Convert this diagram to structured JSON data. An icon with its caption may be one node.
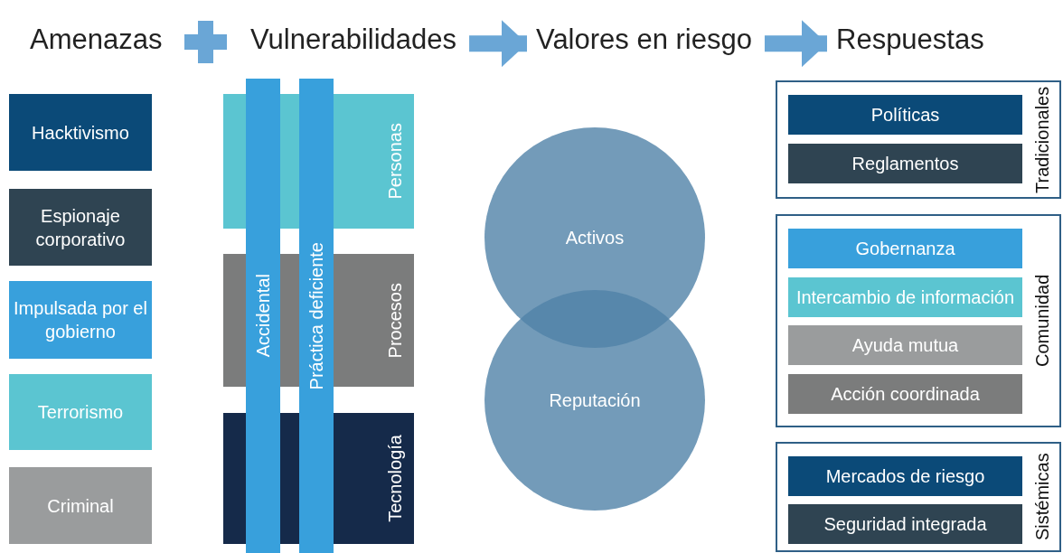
{
  "diagram": {
    "nodes": [
      {
        "text": [
          "Amenazas"
        ]
      },
      {
        "text": [
          "Vulnerabilidades"
        ]
      },
      {
        "text": [
          "Valores en riesgo"
        ]
      },
      {
        "text": [
          "Respuestas"
        ]
      },
      {
        "text": [
          "Hacktivismo"
        ]
      },
      {
        "text": [
          "Espionaje corporativo"
        ]
      },
      {
        "text": [
          "Impulsada por el gobierno"
        ]
      },
      {
        "text": [
          "Terrorismo"
        ]
      },
      {
        "text": [
          "Criminal"
        ]
      },
      {
        "text": [
          "Personas"
        ]
      },
      {
        "text": [
          "Procesos"
        ]
      },
      {
        "text": [
          "Tecnología"
        ]
      },
      {
        "text": [
          "Accidental"
        ]
      },
      {
        "text": [
          "Práctica deficiente"
        ]
      },
      {
        "text": [
          "Activos"
        ]
      },
      {
        "text": [
          "Reputación"
        ]
      },
      {
        "text": [
          "Tradicionales"
        ]
      },
      {
        "text": [
          "Políticas"
        ],
        "in": 16
      },
      {
        "text": [
          "Reglamentos"
        ],
        "in": 16
      },
      {
        "text": [
          "Comunidad"
        ]
      },
      {
        "text": [
          "Gobernanza"
        ],
        "in": 19
      },
      {
        "text": [
          "Intercambio de información"
        ],
        "in": 19
      },
      {
        "text": [
          "Ayuda mutua"
        ],
        "in": 19
      },
      {
        "text": [
          "Acción coordinada"
        ],
        "in": 19
      },
      {
        "text": [
          "Sistémicas"
        ]
      },
      {
        "text": [
          "Mercados de riesgo"
        ],
        "in": 24
      },
      {
        "text": [
          "Seguridad integrada"
        ],
        "in": 24
      }
    ],
    "edges": [
      {
        "from": 1,
        "to": 2,
        "arrow": "to"
      },
      {
        "from": 2,
        "to": 3,
        "arrow": "to"
      }
    ]
  }
}
